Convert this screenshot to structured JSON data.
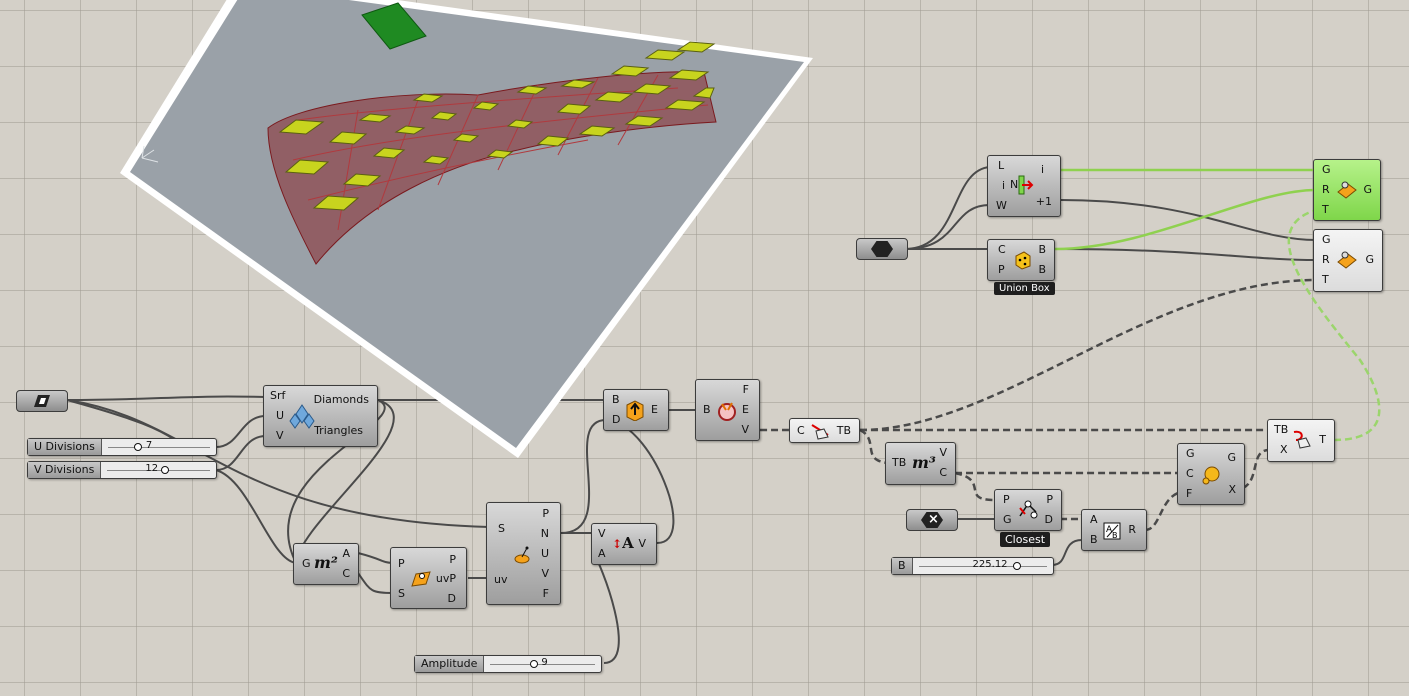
{
  "sliders": {
    "u_divisions": {
      "label": "U Divisions",
      "value": "7"
    },
    "v_divisions": {
      "label": "V Divisions",
      "value": "12"
    },
    "amplitude": {
      "label": "Amplitude",
      "value": "9"
    },
    "b": {
      "label": "B",
      "value": "225.12"
    }
  },
  "nodes": {
    "diamonds": {
      "in": [
        "Srf",
        "U",
        "V"
      ],
      "out": [
        "Diamonds",
        "Triangles"
      ]
    },
    "area": {
      "in": [
        "G"
      ],
      "out": [
        "A",
        "C"
      ]
    },
    "surface_cp": {
      "in": [
        "P",
        "S"
      ],
      "out": [
        "P",
        "uvP",
        "D"
      ]
    },
    "evaluate_surface": {
      "in": [
        "S",
        "uv"
      ],
      "out": [
        "P",
        "N",
        "U",
        "V",
        "F"
      ]
    },
    "amplitude_vec": {
      "in": [
        "V",
        "A"
      ],
      "out": [
        "V"
      ]
    },
    "extrude": {
      "in": [
        "B",
        "D"
      ],
      "out": [
        "E"
      ]
    },
    "deconstruct_brep": {
      "in": [
        "B"
      ],
      "out": [
        "F",
        "E",
        "V"
      ]
    },
    "list_item": {
      "in": [
        "L",
        "i",
        "W"
      ],
      "out": [
        "i",
        "+1"
      ]
    },
    "union_box": {
      "in": [
        "C",
        "P"
      ],
      "out": [
        "B",
        "B"
      ],
      "caption": "Union Box"
    },
    "kangaroo_goal1": {
      "in": [
        "G",
        "R",
        "T"
      ],
      "out": [
        "G"
      ]
    },
    "kangaroo_goal2": {
      "in": [
        "G",
        "R",
        "T"
      ],
      "out": [
        "G"
      ]
    },
    "collider": {
      "in": [
        "C"
      ],
      "out": [
        "TB"
      ]
    },
    "volume": {
      "in": [
        "TB"
      ],
      "out": [
        "V",
        "C"
      ]
    },
    "closest": {
      "in": [
        "P",
        "G"
      ],
      "out": [
        "P",
        "D"
      ],
      "caption": "Closest"
    },
    "division": {
      "in": [
        "A",
        "B"
      ],
      "out": [
        "R"
      ]
    },
    "solver": {
      "in": [
        "G",
        "C",
        "F"
      ],
      "out": [
        "G",
        "X"
      ]
    },
    "transform": {
      "in": [
        "TB",
        "X"
      ],
      "out": [
        "T"
      ]
    }
  },
  "colors": {
    "canvas": "#d4d0c8",
    "wire": "#4a4a4a",
    "wire_selected": "#8fd14f",
    "viewport": "#9aa1a8",
    "surface": "#8a2a2e",
    "panel": "#c8d41e",
    "box": "#1f8a22"
  }
}
